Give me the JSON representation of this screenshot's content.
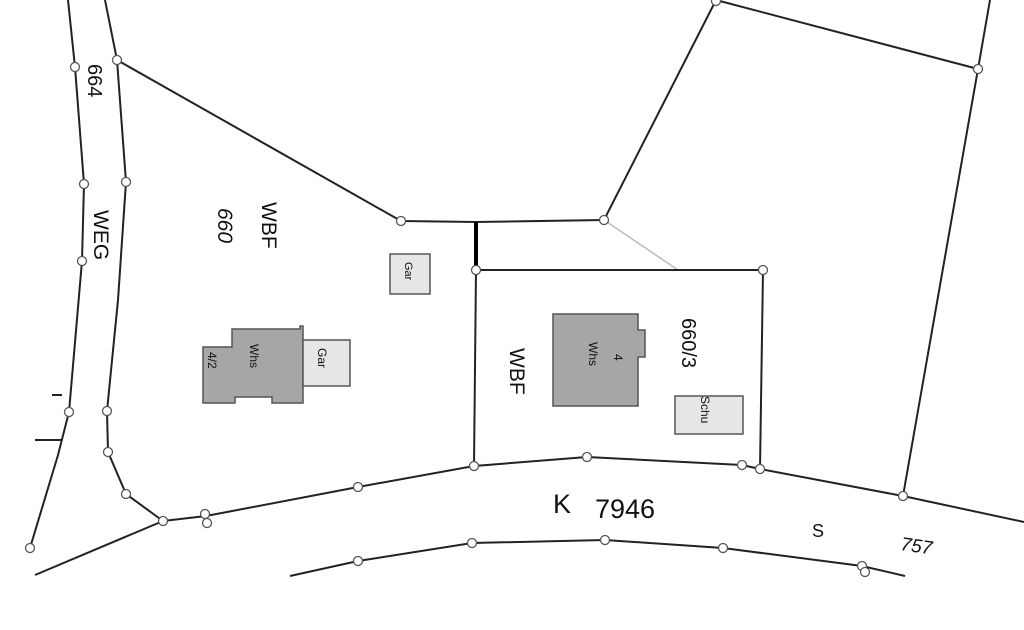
{
  "map": {
    "parcels": {
      "way_number": "664",
      "way_label": "WEG",
      "parcel_660_use": "WBF",
      "parcel_660_number": "660",
      "parcel_6603_use": "WBF",
      "parcel_6603_number": "660/3",
      "road_prefix": "K",
      "road_number": "7946",
      "road_code": "S",
      "parcel_757": "757"
    },
    "buildings": {
      "garage_1": "Gar",
      "house_1_type": "Whs",
      "house_1_number": "4/2",
      "garage_2": "Gar",
      "house_2_number": "4",
      "house_2_type": "Whs",
      "shed": "Schu"
    },
    "colors": {
      "line": "#222222",
      "building": "#a6a6a6",
      "auxiliary_building": "#e6e6e6"
    }
  }
}
